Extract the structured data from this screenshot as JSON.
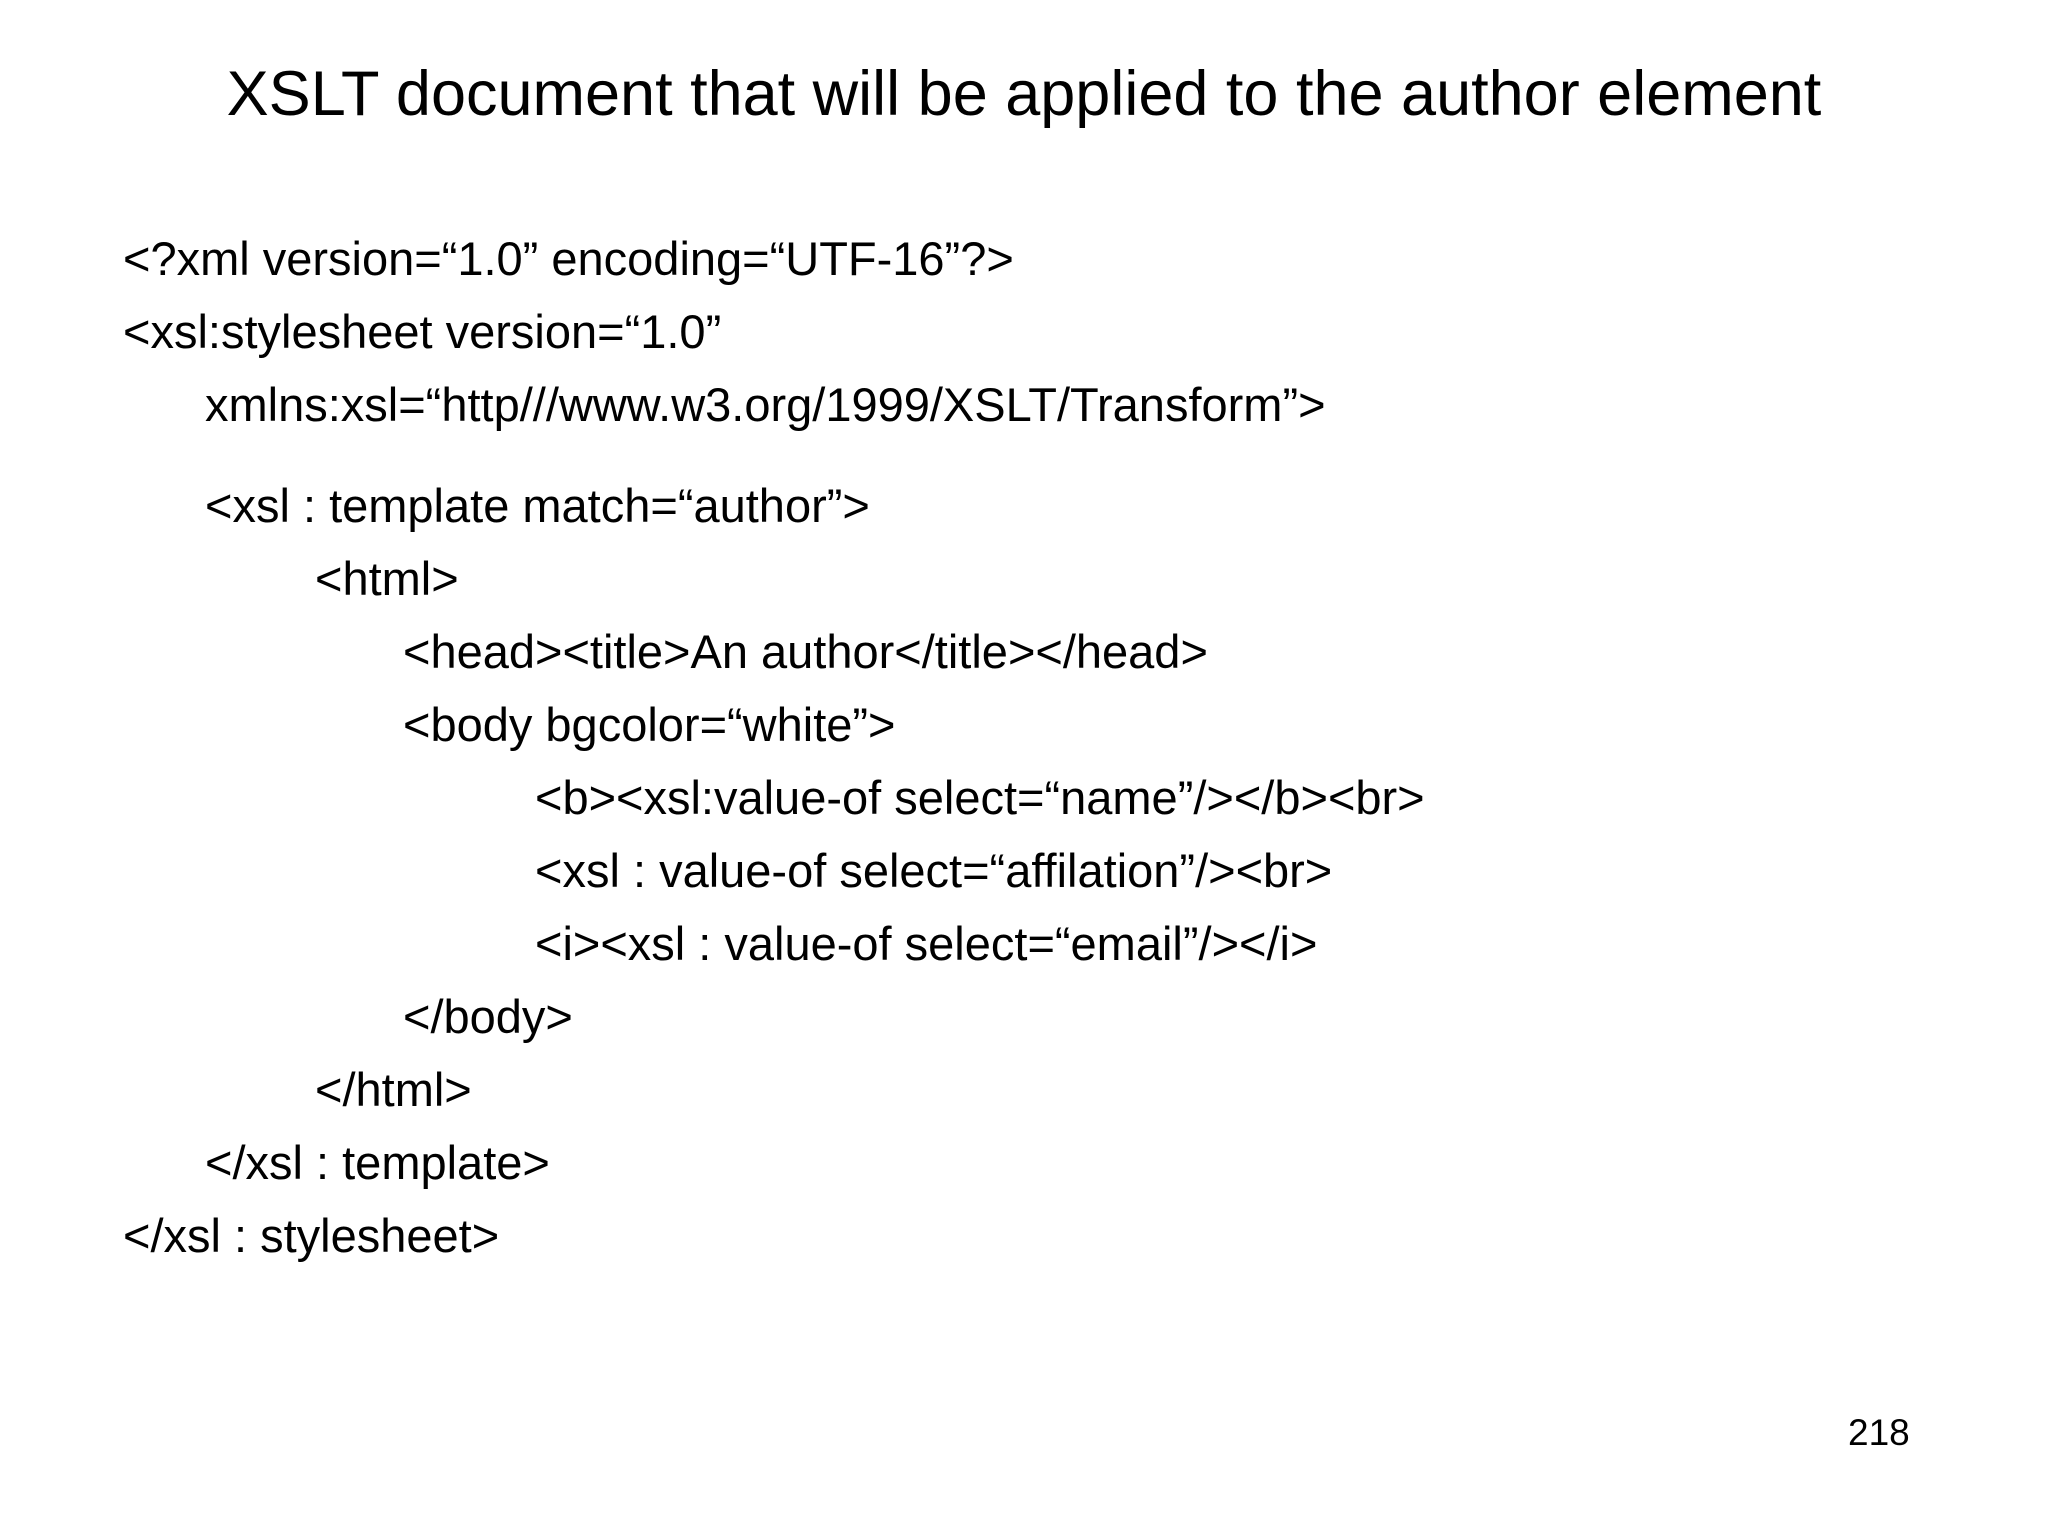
{
  "slide": {
    "title": "XSLT document that will be applied to the author element",
    "page_number": "218"
  },
  "colors": {
    "background": "#ffffff",
    "text": "#000000"
  },
  "code": {
    "language": "xslt",
    "lines": [
      {
        "text": "<?xml version=“1.0” encoding=“UTF-16”?>"
      },
      {
        "text": "<xsl:stylesheet version=“1.0”"
      },
      {
        "text": "xmlns:xsl=“http///www.w3.org/1999/XSLT/Transform”>"
      },
      {
        "text": "<xsl : template match=“author”>"
      },
      {
        "text": "<html>"
      },
      {
        "text": "<head><title>An author</title></head>"
      },
      {
        "text": "<body bgcolor=“white”>"
      },
      {
        "text": "<b><xsl:value-of select=“name”/></b><br>"
      },
      {
        "text": "<xsl : value-of select=“affilation”/><br>"
      },
      {
        "text": "<i><xsl : value-of select=“email”/></i>"
      },
      {
        "text": "</body>"
      },
      {
        "text": "</html>"
      },
      {
        "text": "</xsl : template>"
      },
      {
        "text": "</xsl : stylesheet>"
      }
    ]
  }
}
